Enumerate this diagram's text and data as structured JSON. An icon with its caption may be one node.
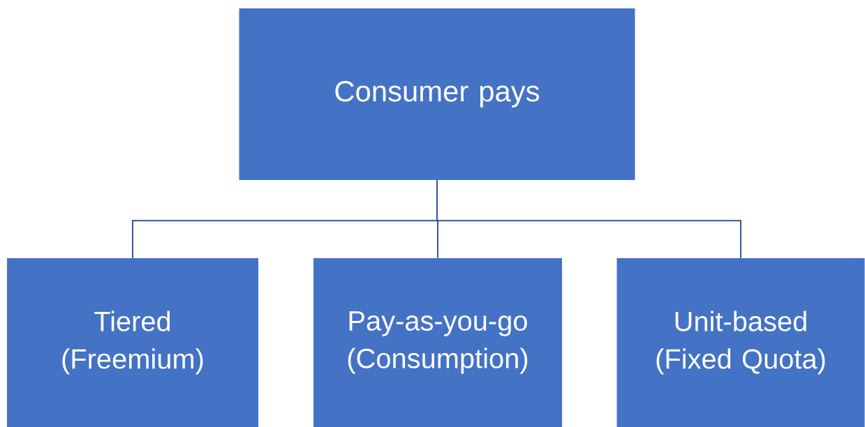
{
  "diagram": {
    "nodes": [
      {
        "text": [
          "Consumer pays"
        ]
      },
      {
        "text": [
          "Tiered (Freemium)"
        ]
      },
      {
        "text": [
          "Pay-as-you-go (Consumption)"
        ]
      },
      {
        "text": [
          "Unit-based (Fixed Quota)"
        ]
      }
    ],
    "edges": [
      {
        "from": 0,
        "to": 1,
        "arrow": "none"
      },
      {
        "from": 0,
        "to": 2,
        "arrow": "none"
      },
      {
        "from": 0,
        "to": 3,
        "arrow": "none"
      }
    ]
  }
}
